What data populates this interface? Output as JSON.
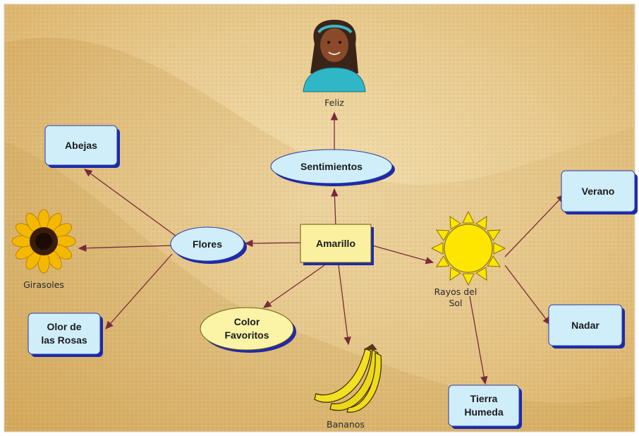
{
  "diagram": {
    "center": "Amarillo",
    "nodes": {
      "sentimientos": "Sentimientos",
      "feliz": "Feliz",
      "flores": "Flores",
      "abejas": "Abejas",
      "girasoles": "Girasoles",
      "olor": [
        "Olor de",
        "las Rosas"
      ],
      "color": [
        "Color",
        "Favoritos"
      ],
      "bananos": "Bananos",
      "rayos": [
        "Rayos del",
        "Sol"
      ],
      "verano": "Verano",
      "nadar": "Nadar",
      "tierra": [
        "Tierra",
        "Humeda"
      ]
    },
    "connections": [
      [
        "Amarillo",
        "Sentimientos"
      ],
      [
        "Sentimientos",
        "Feliz"
      ],
      [
        "Amarillo",
        "Flores"
      ],
      [
        "Flores",
        "Abejas"
      ],
      [
        "Flores",
        "Girasoles"
      ],
      [
        "Flores",
        "Olor de las Rosas"
      ],
      [
        "Amarillo",
        "Color Favoritos"
      ],
      [
        "Amarillo",
        "Bananos"
      ],
      [
        "Amarillo",
        "Rayos del Sol"
      ],
      [
        "Rayos del Sol",
        "Verano"
      ],
      [
        "Rayos del Sol",
        "Nadar"
      ],
      [
        "Rayos del Sol",
        "Tierra Humeda"
      ]
    ],
    "colors": {
      "background": "#e8c98a",
      "rect_node": "#cfeefa",
      "ellipse_node": "#cfeefa",
      "center_node": "#fbf0a0",
      "yellow_ellipse": "#fbf3a6",
      "edge": "#7a2a3a",
      "node_border": "#1f2aa8"
    }
  }
}
